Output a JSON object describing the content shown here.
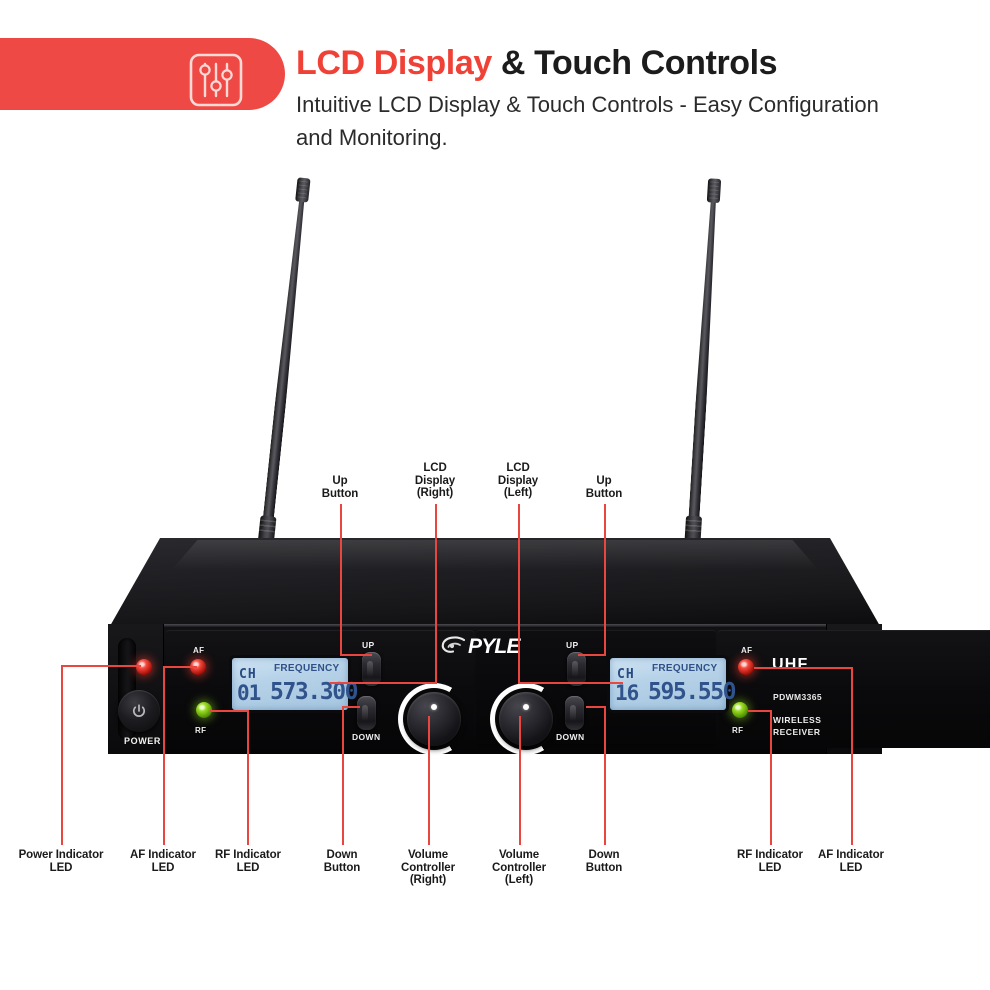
{
  "header": {
    "icon": "sliders-equalizer-icon",
    "title_highlight": "LCD Display",
    "title_rest": " & Touch Controls",
    "subtitle": "Intuitive LCD Display & Touch Controls - Easy Configuration and Monitoring.",
    "accent_color": "#ee4944",
    "title_color": "#1c1c1c"
  },
  "callouts": {
    "top": [
      {
        "id": "up-button-right",
        "text": "Up\nButton"
      },
      {
        "id": "lcd-display-right",
        "text": "LCD\nDisplay\n(Right)"
      },
      {
        "id": "lcd-display-left",
        "text": "LCD\nDisplay\n(Left)"
      },
      {
        "id": "up-button-left",
        "text": "Up\nButton"
      }
    ],
    "bottom": [
      {
        "id": "power-indicator-led",
        "text": "Power Indicator\nLED"
      },
      {
        "id": "af-indicator-led-left",
        "text": "AF Indicator\nLED"
      },
      {
        "id": "rf-indicator-led-left",
        "text": "RF Indicator\nLED"
      },
      {
        "id": "down-button-right",
        "text": "Down\nButton"
      },
      {
        "id": "volume-controller-right",
        "text": "Volume\nController\n(Right)"
      },
      {
        "id": "volume-controller-left",
        "text": "Volume\nController\n(Left)"
      },
      {
        "id": "down-button-left",
        "text": "Down\nButton"
      },
      {
        "id": "rf-indicator-led-right",
        "text": "RF Indicator\nLED"
      },
      {
        "id": "af-indicator-led-right",
        "text": "AF Indicator\nLED"
      }
    ],
    "line_color": "#e8463e"
  },
  "device": {
    "brand": "PYLE",
    "power_label": "POWER",
    "uhf_label": "UHF",
    "model": "PDWM3365",
    "type_line1": "WIRELESS",
    "type_line2": "RECEIVER",
    "up_label": "UP",
    "down_label": "DOWN",
    "af_label": "AF",
    "rf_label": "RF",
    "lcd_right": {
      "ch_label": "CH",
      "freq_label": "FREQUENCY",
      "channel": "01",
      "frequency": "573.300"
    },
    "lcd_left": {
      "ch_label": "CH",
      "freq_label": "FREQUENCY",
      "channel": "16",
      "frequency": "595.550"
    },
    "led_red_color": "#ef4035",
    "led_green_color": "#8fd21a",
    "lcd_backlight_color": "#b6d2e8"
  }
}
